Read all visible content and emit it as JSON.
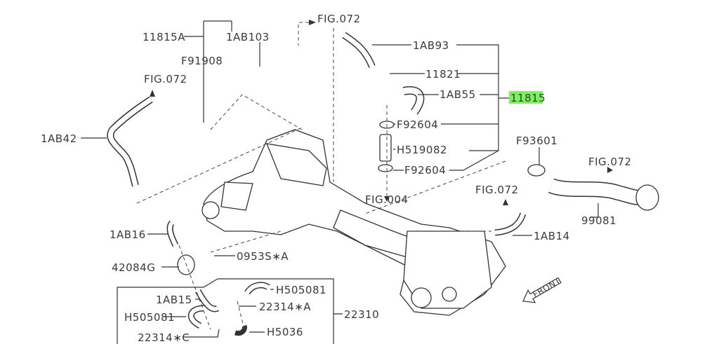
{
  "diagram": {
    "highlight_color": "#7bf25a",
    "labels": {
      "fig072_top": "FIG.072",
      "p11815a": "11815A",
      "p1ab103": "1AB103",
      "f91908": "F91908",
      "fig072_left": "FIG.072",
      "p1ab42": "1AB42",
      "p1ab93": "1AB93",
      "p11821": "11821",
      "p1ab55": "1AB55",
      "p11815": "11815",
      "f92604_a": "F92604",
      "h519082": "H519082",
      "f92604_b": "F92604",
      "fig004": "FIG.004",
      "f93601": "F93601",
      "fig072_right": "FIG.072",
      "p99081": "99081",
      "fig072_mid": "FIG.072",
      "p1ab14": "1AB14",
      "p1ab16": "1AB16",
      "p0953s": "0953S∗A",
      "p42084g": "42084G",
      "p1ab15": "1AB15",
      "h505081_a": "H505081",
      "p22314a": "22314∗A",
      "p22310": "22310",
      "h505081_b": "H505081",
      "p22314c": "22314∗C",
      "h5036": "H5036",
      "front": "FRONT"
    }
  }
}
